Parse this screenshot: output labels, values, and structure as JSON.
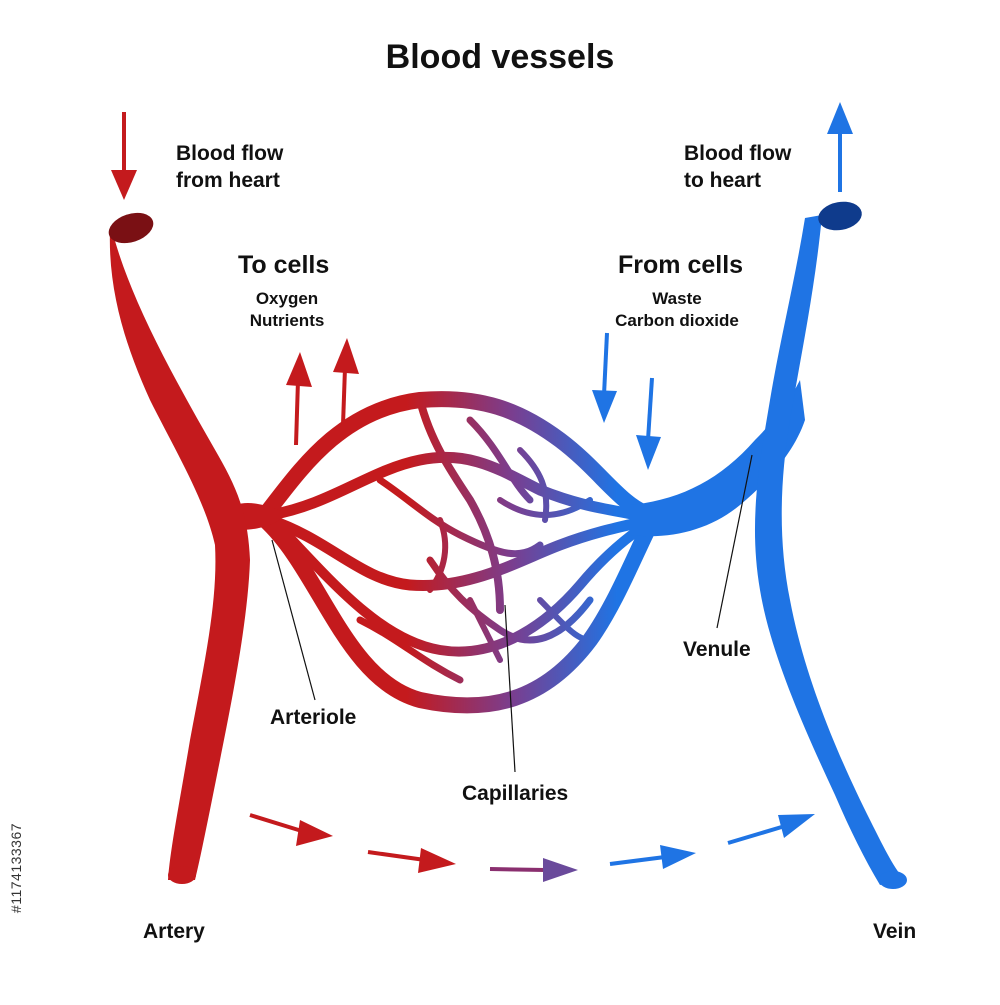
{
  "title": "Blood vessels",
  "labels": {
    "flow_from_heart": [
      "Blood flow",
      "from heart"
    ],
    "flow_to_heart": [
      "Blood flow",
      "to heart"
    ],
    "to_cells": "To cells",
    "to_cells_items": [
      "Oxygen",
      "Nutrients"
    ],
    "from_cells": "From cells",
    "from_cells_items": [
      "Waste",
      "Carbon dioxide"
    ],
    "arteriole": "Arteriole",
    "capillaries": "Capillaries",
    "venule": "Venule",
    "artery": "Artery",
    "vein": "Vein"
  },
  "stock_id": "#1174133367",
  "colors": {
    "artery": "#c41a1d",
    "vein": "#1f74e4",
    "artery_dark": "#7a1014",
    "vein_dark": "#0f3b8c",
    "capillary_mid": "#7a3e8f",
    "text": "#111111"
  }
}
